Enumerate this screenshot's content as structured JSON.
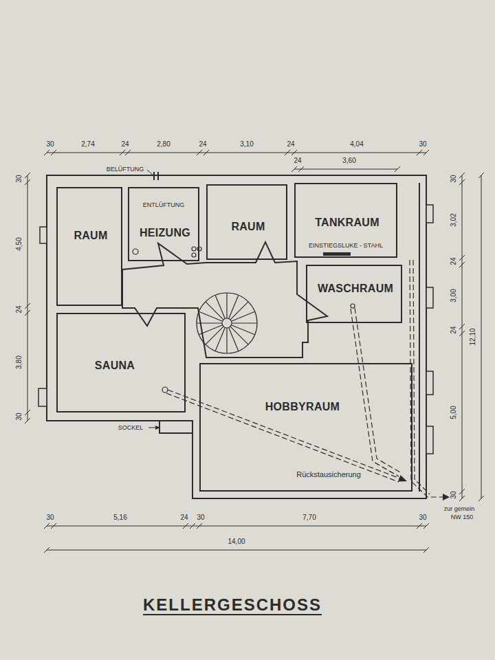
{
  "diagram": {
    "title": "KELLERGESCHOSS",
    "nodes": [
      {
        "text": [
          "RAUM"
        ]
      },
      {
        "text": [
          "HEIZUNG"
        ]
      },
      {
        "text": [
          "RAUM"
        ]
      },
      {
        "text": [
          "TANKRAUM"
        ]
      },
      {
        "text": [
          "WASCHRAUM"
        ]
      },
      {
        "text": [
          "SAUNA"
        ]
      },
      {
        "text": [
          "HOBBYRAUM"
        ]
      }
    ],
    "labels": [
      "30",
      "2,74",
      "24",
      "2,80",
      "24",
      "3,10",
      "24",
      "4,04",
      "30",
      "24",
      "3,60",
      "30",
      "4,50",
      "24",
      "3,80",
      "30",
      "30",
      "3,02",
      "24",
      "3,00",
      "24",
      "5,00",
      "30",
      "12,10",
      "30",
      "5,16",
      "24",
      "30",
      "7,70",
      "30",
      "14,00",
      "BELÜFTUNG",
      "ENTLÜFTUNG",
      "EINSTIEGSLUKE - STAHL",
      "SOCKEL",
      "Rückstausicherung",
      "zur gemein",
      "NW 150"
    ]
  }
}
